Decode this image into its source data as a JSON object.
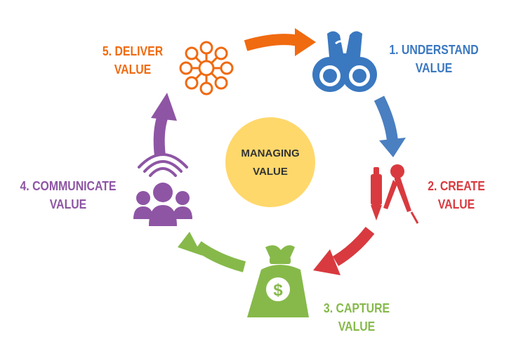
{
  "center": {
    "line1": "MANAGING",
    "line2": "VALUE",
    "color": "#FFD86B"
  },
  "steps": [
    {
      "line1": "1. UNDERSTAND",
      "line2": "VALUE",
      "color": "#3A78C0",
      "icon": "binoculars-icon"
    },
    {
      "line1": "2. CREATE",
      "line2": "VALUE",
      "color": "#D83A3F",
      "icon": "drawing-compass-pencil-icon"
    },
    {
      "line1": "3. CAPTURE",
      "line2": "VALUE",
      "color": "#86B94A",
      "icon": "money-bag-icon"
    },
    {
      "line1": "4. COMMUNICATE",
      "line2": "VALUE",
      "color": "#8E55A4",
      "icon": "group-broadcast-icon"
    },
    {
      "line1": "5. DELIVER",
      "line2": "VALUE",
      "color": "#F06A10",
      "icon": "network-hub-icon"
    }
  ],
  "money_symbol": "$"
}
